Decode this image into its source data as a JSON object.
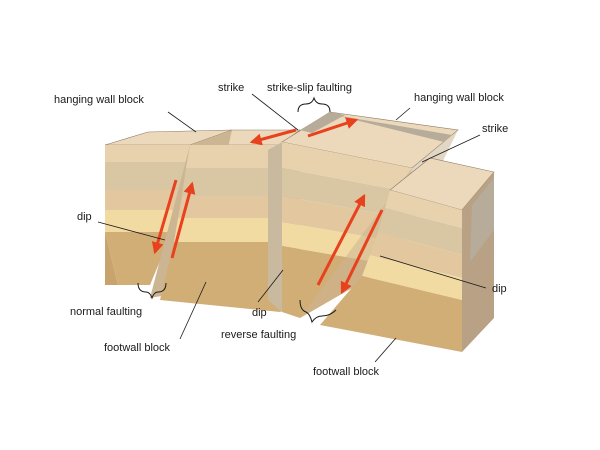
{
  "labels": {
    "hanging_wall_left": "hanging wall block",
    "strike_top": "strike",
    "strike_slip_faulting": "strike-slip faulting",
    "hanging_wall_right": "hanging wall block",
    "strike_right": "strike",
    "dip_left": "dip",
    "normal_faulting": "normal faulting",
    "footwall_left": "footwall block",
    "dip_center": "dip",
    "reverse_faulting": "reverse faulting",
    "dip_right": "dip",
    "footwall_right": "footwall block"
  },
  "colors": {
    "top_face": "#ecd9bb",
    "fault_plane": "#b7ab9a",
    "arrow": "#e8411e",
    "layer_side_1": "#e8d1ad",
    "layer_side_2": "#d9c7a4",
    "layer_side_3": "#e3c79e",
    "layer_side_4": "#f1dba3",
    "layer_side_5": "#d2ae77"
  }
}
